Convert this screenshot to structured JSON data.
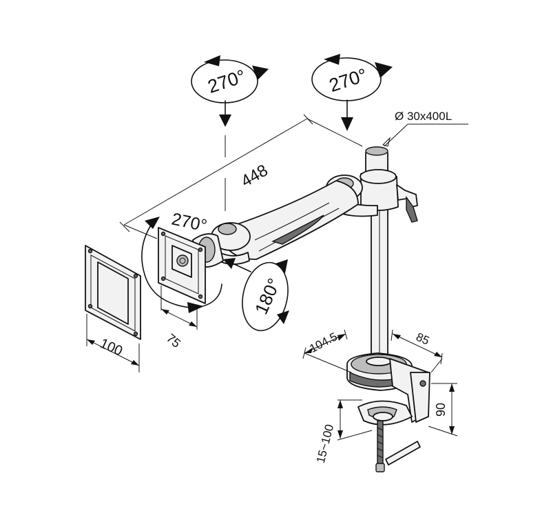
{
  "diagram": {
    "labels": {
      "rot_left": "270°",
      "rot_right": "270°",
      "rot_head": "270°",
      "rot_tilt": "180°",
      "pole": "Ø 30x400L",
      "arm_length": "448",
      "vesa_large": "100",
      "vesa_small": "75",
      "base_depth": "104.5",
      "base_width": "85",
      "clamp_height": "90",
      "clamp_range": "15~100"
    },
    "colors": {
      "line": "#111111",
      "fill": "#f2f2f2",
      "shade": "#6e6e6e"
    }
  }
}
